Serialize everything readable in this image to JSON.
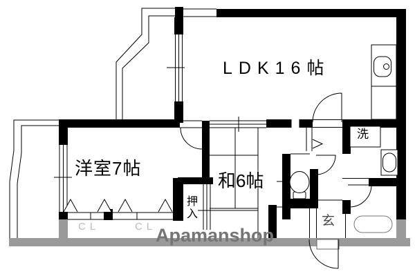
{
  "plan": {
    "rooms": {
      "ldk": "LDK16帖",
      "western_room": "洋室7帖",
      "japanese_room": "和6帖",
      "oshiire": "押\n入",
      "laundry": "洗",
      "entrance": "玄",
      "closet_left": "CL",
      "closet_right": "CL"
    },
    "watermark": "Apamanshop",
    "colors": {
      "wall": "#000000",
      "background": "#ffffff",
      "watermark_band": "#9a9a9a",
      "watermark_text": "#757575",
      "closet_label": "#bcbcbc"
    }
  }
}
